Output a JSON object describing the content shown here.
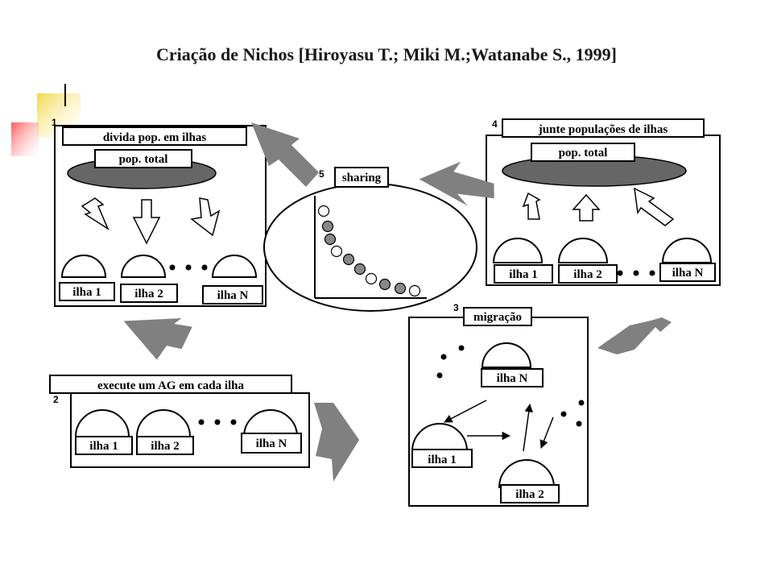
{
  "title": "Criação de Nichos [Hiroyasu T.; Miki M.;Watanabe S., 1999]",
  "colors": {
    "arrow_fill": "#808080",
    "ellipse_fill": "#666666",
    "accent_yellow": "#f5e06a",
    "accent_red": "#ff6b6b"
  },
  "panel1": {
    "number": "1",
    "header": "divida pop. em ilhas",
    "pop": "pop. total",
    "islands": [
      "ilha 1",
      "ilha 2",
      "ilha N"
    ]
  },
  "panel2": {
    "number": "2",
    "header": "execute um AG em cada ilha",
    "islands": [
      "ilha 1",
      "ilha 2",
      "ilha N"
    ]
  },
  "panel3": {
    "number": "3",
    "header": "migração",
    "islands": [
      "ilha N",
      "ilha 1",
      "ilha 2"
    ]
  },
  "panel4": {
    "number": "4",
    "header": "junte populações de ilhas",
    "pop": "pop. total",
    "islands": [
      "ilha 1",
      "ilha 2",
      "ilha N"
    ]
  },
  "panel5": {
    "number": "5",
    "header": "sharing"
  }
}
